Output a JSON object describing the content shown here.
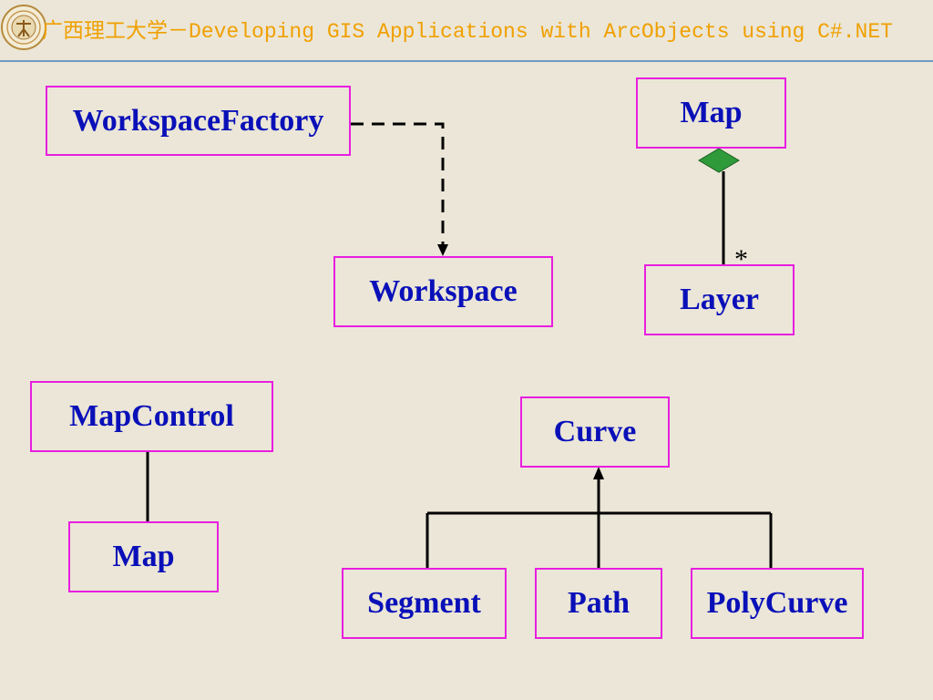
{
  "header": {
    "title": "广西理工大学－Developing GIS Applications with ArcObjects using C#.NET",
    "logo_icon": "university-seal-icon"
  },
  "diagram": {
    "boxes": {
      "workspace_factory": "WorkspaceFactory",
      "workspace": "Workspace",
      "map_top": "Map",
      "layer": "Layer",
      "map_control": "MapControl",
      "map_bottom": "Map",
      "curve": "Curve",
      "segment": "Segment",
      "path": "Path",
      "polycurve": "PolyCurve"
    },
    "multiplicity_map_layer": "*"
  },
  "colors": {
    "background": "#ebe6d7",
    "box_border": "#e81ee0",
    "box_text": "#0a10b8",
    "header_text": "#f0a000",
    "header_rule": "#6e9ac4",
    "aggregation_diamond": "#2e9a3a",
    "connector": "#000000"
  }
}
